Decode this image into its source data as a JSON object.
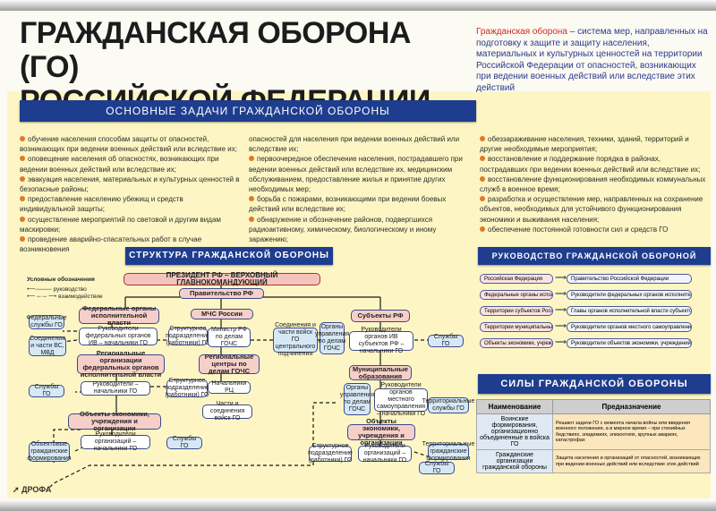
{
  "title_line1": "ГРАЖДАНСКАЯ ОБОРОНА (ГО)",
  "title_line2": "РОССИЙСКОЙ ФЕДЕРАЦИИ",
  "definition_term": "Гражданская оборона",
  "definition_text": " – система мер, направленных на подготовку к защите и защиту населения, материальных и культурных ценностей на территории Российской Федерации от опасностей, возникающих при ведении военных действий или вследствие этих действий",
  "tasks_heading": "ОСНОВНЫЕ ЗАДАЧИ ГРАЖДАНСКОЙ ОБОРОНЫ",
  "tasks_col1": [
    "обучение населения способам защиты от опасностей, возникающих при ведении военных действий или вследствие их;",
    "оповещение населения об опасностях, возникающих при ведении военных действий или вследствие их;",
    "эвакуация населения, материальных и культурных ценностей в безопасные районы;",
    "предоставление населению убежищ и средств индивидуальной защиты;",
    "осуществление мероприятий по световой и другим видам маскировки;",
    "проведение аварийно-спасательных работ в случае возникновения"
  ],
  "tasks_col2": [
    "опасностей для населения при ведении военных действий или вследствие их;",
    "первоочередное обеспечение населения, пострадавшего при ведении военных действий или вследствие их, медицинским обслуживанием, предоставление жилья и принятие других необходимых мер;",
    "борьба с пожарами, возникающими при ведении боевых действий или вследствие их;",
    "обнаружение и обозначение районов, подвергшихся радиоактивному, химическому, биологическому и иному заражению;"
  ],
  "tasks_col3": [
    "обеззараживание населения, техники, зданий, территорий и другие необходимые мероприятия;",
    "восстановление и поддержание порядка в районах, пострадавших при ведении военных действий или вследствие их;",
    "восстановление функционирования необходимых коммунальных служб в военное время;",
    "разработка и осуществление мер, направленных на сохранение объектов, необходимых для устойчивого функционирования экономики и выживания населения;",
    "обеспечение постоянной готовности сил и средств ГО"
  ],
  "structure_heading": "СТРУКТУРА ГРАЖДАНСКОЙ ОБОРОНЫ",
  "legend": {
    "title": "Условные обозначения",
    "lead": "руководство",
    "coop": "взаимодействие"
  },
  "struct": {
    "president": "ПРЕЗИДЕНТ РФ – ВЕРХОВНЫЙ ГЛАВНОКОМАНДУЮЩИЙ",
    "government": "Правительство РФ",
    "federal_bodies": "Федеральные органы исполнительной власти",
    "fed_services": "Федеральные службы ГО",
    "fed_units": "Соединения и части ВС, МВД",
    "fed_heads": "Руководители федеральных органов ИВ – начальники ГО",
    "fed_struct": "Структурное подразделение (работники) ГО",
    "mchs": "МЧС России",
    "minister": "Министр РФ по делам ГОЧС",
    "troops": "Соединения и части войск ГО центрального подчинения",
    "gochs_bodies": "Органы управления по делам ГОЧС",
    "subjects": "Субъекты РФ",
    "subj_heads": "Руководители органов ИВ субъектов РФ – начальники ГО",
    "subj_services": "Службы ГО",
    "reg_orgs": "Региональные организации федеральных органов исполнительной власти",
    "reg_services": "Службы ГО",
    "reg_heads": "Руководители – начальники ГО",
    "reg_struct": "Структурное подразделение (работники) ГО",
    "reg_centers": "Региональные центры по делам ГОЧС",
    "rc_heads": "Начальники РЦ",
    "rc_troops": "Части и соединения войск ГО",
    "municipal": "Муниципальные образования",
    "mun_gochs": "Органы управления по делам ГОЧС",
    "mun_heads": "Руководители органов местного самоуправления – начальники ГО",
    "mun_services": "Территориальные службы ГО",
    "econ_left": "Объекты экономики, учреждения и организации",
    "econ_left_heads": "Руководители организаций – начальники ГО",
    "econ_left_services": "Службы ГО",
    "econ_left_form": "Объектовые гражданские формирования",
    "econ_right": "Объекты экономики, учреждения и организации",
    "econ_right_struct": "Структурное подразделение (работники) ГО",
    "econ_right_heads": "Руководители организаций – начальники ГО",
    "econ_right_services": "Службы ГО",
    "econ_right_form": "Территориальные гражданские формирования"
  },
  "leadership_heading": "РУКОВОДСТВО ГРАЖДАНСКОЙ ОБОРОНОЙ",
  "leadership": [
    {
      "left": "Российская Федерация",
      "right": "Правительство Российской Федерации"
    },
    {
      "left": "Федеральные органы исполнительной власти",
      "right": "Руководители федеральных органов исполнительной власти"
    },
    {
      "left": "Территории субъектов Российской Федерации",
      "right": "Главы органов исполнительной власти субъектов Российской Федерации"
    },
    {
      "left": "Территории муниципальных образований",
      "right": "Руководители органов местного самоуправления"
    },
    {
      "left": "Объекты экономики, учреждения и организации",
      "right": "Руководители объектов экономики, учреждений и организаций"
    }
  ],
  "forces_heading": "СИЛЫ ГРАЖДАНСКОЙ ОБОРОНЫ",
  "forces_cols": [
    "Наименование",
    "Предназначение"
  ],
  "forces_rows": [
    {
      "name": "Воинские формирования, организационно объединенные в войска ГО",
      "purpose": "Решают задачи ГО с момента начала войны или введения военного положения, а в мирное время – при стихийных бедствиях, эпидемиях, эпизоотиях, крупных авариях, катастрофах"
    },
    {
      "name": "Гражданские организации гражданской обороны",
      "purpose": "Защита населения и организаций от опасностей, возникающих при ведении военных действий или вследствие этих действий"
    }
  ],
  "publisher": "ДРОФА",
  "colors": {
    "navy": "#1e3d8f",
    "yellow": "#fdf6c4",
    "bullet": "#e0792a",
    "pink": "#f6cfc9",
    "red": "#d12a1e"
  }
}
